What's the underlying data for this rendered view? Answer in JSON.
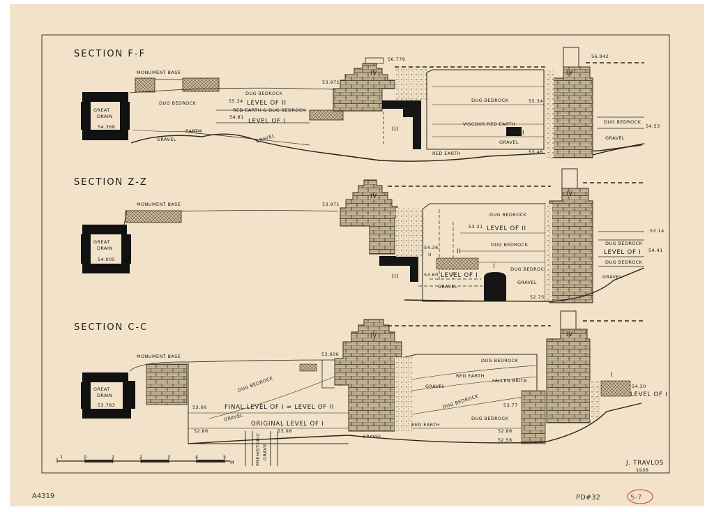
{
  "sections": [
    {
      "title": "SECTION F-F",
      "drain_name_1": "GREAT",
      "drain_name_2": "DRAIN",
      "drain_level": "54.368",
      "monument_base": "MONUMENT BASE",
      "dug_bedrock_left": "DUG BEDROCK",
      "dug_bedrock_mid": "DUG BEDROCK",
      "level_ii": "LEVEL OF II",
      "elev_5534": "55.34",
      "red_earth_dug": "RED EARTH & DUG BEDROCK",
      "elev_5481": "54.81",
      "level_i": "LEVEL OF I",
      "earth": "EARTH",
      "gravel_left": "GRAVEL",
      "gravel_mid": "GRAVEL",
      "iv_left": "IV",
      "elev_53971": "53.971",
      "elev_56779": "56.779",
      "iii": "III",
      "dug_bedrock_right": "DUG BEDROCK",
      "viscous_red_earth": "VISCOUS RED EARTH",
      "elev_5534b": "55.34",
      "gravel_right": "GRAVEL",
      "red_earth": "RED EARTH",
      "elev_5348": "53.48",
      "i": "I",
      "iv_right": "IV",
      "elev_56942": "56.942",
      "dug_bedrock_far": "DUG BEDROCK",
      "elev_5453": "54.53",
      "gravel_far": "GRAVEL"
    },
    {
      "title": "SECTION Z-Z",
      "drain_name_1": "GREAT",
      "drain_name_2": "DRAIN",
      "drain_level": "54.005",
      "monument_base": "MONUMENT BASE",
      "elev_53971": "53.971",
      "iv_left": "IV",
      "iii": "III",
      "dug_bedrock_top": "DUG BEDROCK",
      "elev_5321": "53.21",
      "level_ii": "LEVEL OF II",
      "dug_bedrock_mid": "DUG BEDROCK",
      "elev_5436": "54.36",
      "ii_small": "II",
      "ii": "II",
      "elev_5360": "53.60",
      "level_i": "LEVEL OF I",
      "gravel_left": "GRAVEL",
      "i": "I",
      "dug_bedrock_right": "DUG BEDROCK",
      "gravel_right": "GRAVEL",
      "elev_5275": "52.75",
      "iv_right": "IV",
      "elev_5314": "53.14",
      "dug_bedrock_far": "DUG BEDROCK",
      "level_i_far": "LEVEL OF I",
      "elev_5441": "54.41",
      "dug_bedrock_far2": "DUG BEDROCK",
      "gravel_far": "GRAVEL"
    },
    {
      "title": "SECTION C-C",
      "drain_name_1": "GREAT",
      "drain_name_2": "DRAIN",
      "drain_level": "53.783",
      "monument_base": "MONUMENT BASE",
      "dug_bedrock_left": "DUG BEDROCK",
      "elev_5366": "53.66",
      "final_level": "FINAL LEVEL OF I = LEVEL OF II",
      "gravel_left": "GRAVEL",
      "original_level": "ORIGINAL LEVEL OF I",
      "elev_5286": "52.86",
      "elev_5308": "53.08",
      "elev_53606": "53.606",
      "prehistoric": "PREHISTORIC",
      "grave": "GRAVE",
      "iv_left": "IV",
      "dug_bedrock_top": "DUG BEDROCK",
      "red_earth": "RED EARTH",
      "fallen_brick": "FALLEN BRICK",
      "gravel_mid": "GRAVEL",
      "dug_bedrock_mid": "DUG BEDROCK",
      "elev_5377": "53.77",
      "dug_bedrock_low": "DUG BEDROCK",
      "red_earth_low": "RED EARTH",
      "gravel_bottom": "GRAVEL",
      "elev_5288": "52.88",
      "elev_5256": "52.56",
      "iv_right": "IV",
      "i": "I",
      "elev_5430": "54.30",
      "level_i": "LEVEL OF I"
    }
  ],
  "scale": {
    "t0": "1",
    "t1": "0",
    "t2": "1",
    "t3": "2",
    "t4": "3",
    "t5": "4",
    "t6": "5",
    "unit": "M"
  },
  "footer": {
    "author": "J. TRAVLOS",
    "year": "1936",
    "catalog": "A4319",
    "pd": "PD#32",
    "stamp": "5-7"
  },
  "colors": {
    "paper": "#f1e2c9",
    "ink": "#2a2418",
    "stamp": "#c0392b"
  }
}
